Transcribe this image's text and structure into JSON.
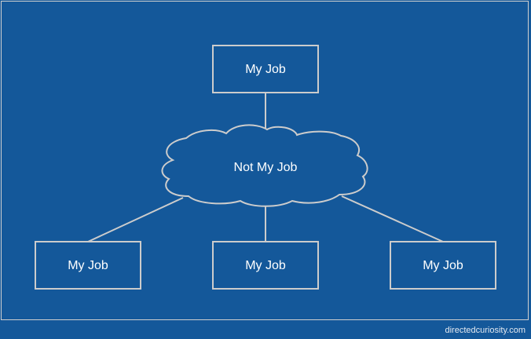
{
  "diagram": {
    "top_node": {
      "label": "My Job"
    },
    "center_node": {
      "label": "Not My Job"
    },
    "bottom_nodes": [
      {
        "label": "My Job"
      },
      {
        "label": "My Job"
      },
      {
        "label": "My Job"
      }
    ]
  },
  "footer": {
    "credit": "directedcuriosity.com"
  },
  "colors": {
    "background": "#14589a",
    "stroke": "#cccccc",
    "text": "#ffffff"
  }
}
